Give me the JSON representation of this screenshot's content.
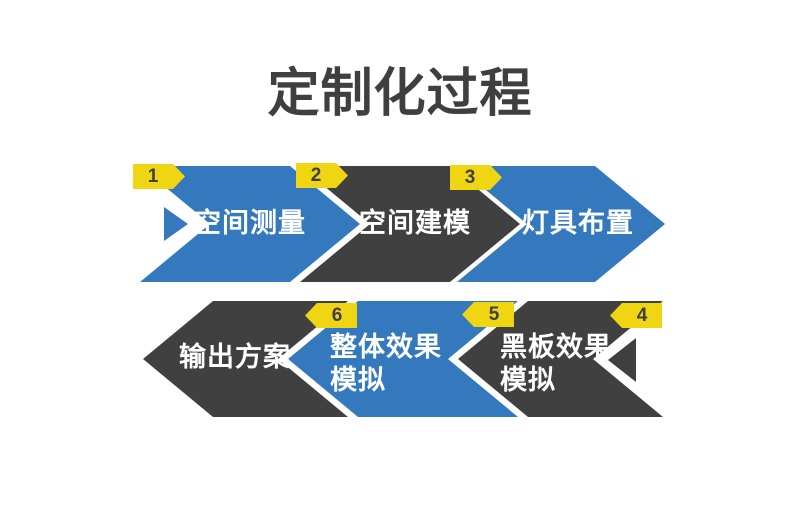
{
  "title": "定制化过程",
  "colors": {
    "background": "#FFFFFF",
    "blue": "#3478BE",
    "dark": "#404040",
    "badge_yellow": "#EFD512",
    "text_dark": "#3F3F3F",
    "label_white": "#FFFFFF"
  },
  "steps": [
    {
      "number": "1",
      "lines": [
        "空间测量"
      ],
      "color": "#3478BE",
      "direction": "right"
    },
    {
      "number": "2",
      "lines": [
        "空间建模"
      ],
      "color": "#404040",
      "direction": "right"
    },
    {
      "number": "3",
      "lines": [
        "灯具布置"
      ],
      "color": "#3478BE",
      "direction": "right"
    },
    {
      "number": "4",
      "lines": [
        "黑板效果",
        "模拟"
      ],
      "color": "#404040",
      "direction": "left"
    },
    {
      "number": "5",
      "lines": [
        "整体效果",
        "模拟"
      ],
      "color": "#3478BE",
      "direction": "left"
    },
    {
      "number": "6",
      "lines": [
        "输出方案"
      ],
      "color": "#404040",
      "direction": "left"
    }
  ]
}
